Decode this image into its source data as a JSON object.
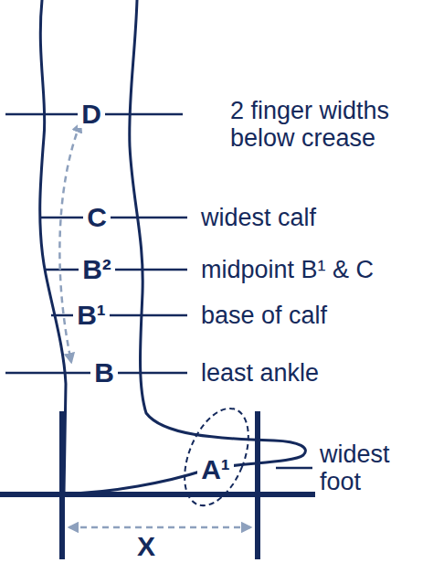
{
  "diagram": {
    "labels": [
      "D",
      "2 finger widths below crease",
      "C",
      "widest calf",
      "B²",
      "midpoint B¹ & C",
      "B¹",
      "base of calf",
      "B",
      "least ankle",
      "A¹",
      "widest foot",
      "X"
    ]
  }
}
